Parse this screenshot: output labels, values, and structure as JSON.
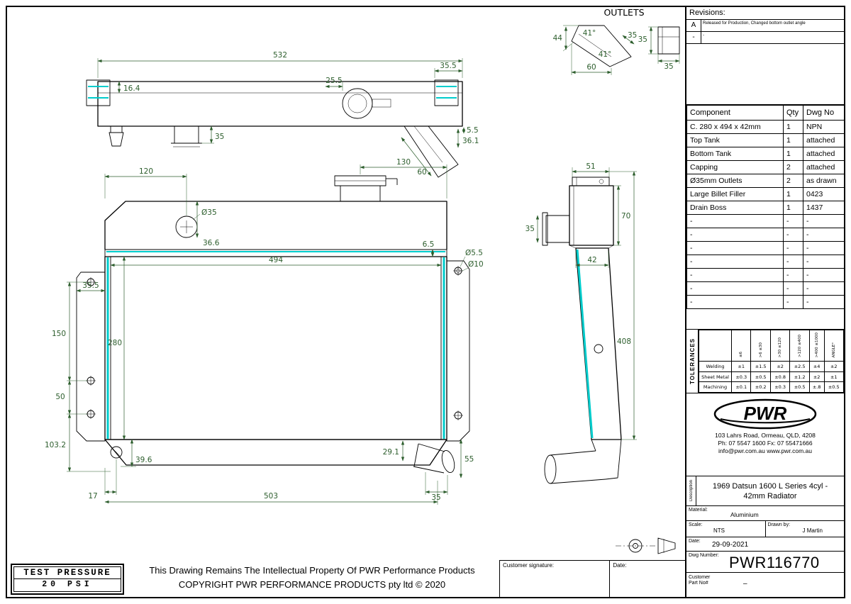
{
  "revisions": {
    "title": "Revisions:",
    "rows": [
      {
        "rev": "A",
        "note": "Released for Production, Changed bottom outlet angle"
      },
      {
        "rev": "-",
        "note": "-"
      }
    ]
  },
  "components": {
    "headers": [
      "Component",
      "Qty",
      "Dwg No"
    ],
    "rows": [
      [
        "C. 280 x 494 x 42mm",
        "1",
        "NPN"
      ],
      [
        "Top Tank",
        "1",
        "attached"
      ],
      [
        "Bottom Tank",
        "1",
        "attached"
      ],
      [
        "Capping",
        "2",
        "attached"
      ],
      [
        "Ø35mm Outlets",
        "2",
        "as drawn"
      ],
      [
        "Large Billet Filler",
        "1",
        "0423"
      ],
      [
        "Drain Boss",
        "1",
        "1437"
      ],
      [
        "-",
        "-",
        "-"
      ],
      [
        "-",
        "-",
        "-"
      ],
      [
        "-",
        "-",
        "-"
      ],
      [
        "-",
        "-",
        "-"
      ],
      [
        "-",
        "-",
        "-"
      ],
      [
        "-",
        "-",
        "-"
      ],
      [
        "-",
        "-",
        "-"
      ]
    ]
  },
  "tolerances": {
    "side_label": "TOLERANCES",
    "col_headers": [
      "≤6",
      ">6 ≤30",
      ">30 ≤120",
      ">120 ≤400",
      ">400 ≤1000",
      "ANGLE°"
    ],
    "rows": [
      {
        "label": "Welding",
        "values": [
          "±1",
          "±1.5",
          "±2",
          "±2.5",
          "±4",
          "±2"
        ]
      },
      {
        "label": "Sheet Metal",
        "values": [
          "±0.3",
          "±0.5",
          "±0.8",
          "±1.2",
          "±2",
          "±1"
        ]
      },
      {
        "label": "Machining",
        "values": [
          "±0.1",
          "±0.2",
          "±0.3",
          "±0.5",
          "±.8",
          "±0.5"
        ]
      }
    ]
  },
  "company": {
    "logo_text": "PWR",
    "address": "103 Lahrs Road, Ormeau, QLD, 4208",
    "phone_fax": "Ph: 07 5547 1600    Fx: 07 55471666",
    "email_web": "info@pwr.com.au     www.pwr.com.au"
  },
  "description": {
    "side_label": "Description",
    "text": "1969 Datsun 1600 L Series 4cyl - 42mm Radiator"
  },
  "fields": {
    "material_label": "Material:",
    "material": "Aluminium",
    "scale_label": "Scale:",
    "scale": "NTS",
    "drawn_by_label": "Drawn by:",
    "drawn_by": "J Martin",
    "date_label": "Date:",
    "date": "29-09-2021",
    "dwg_label": "Dwg Number:",
    "dwg_number": "PWR116770",
    "customer_label_1": "Customer",
    "customer_label_2": "Part No#",
    "customer_part": "–"
  },
  "signature_box": {
    "customer_label": "Customer signature:",
    "date_label": "Date:"
  },
  "footer": {
    "line1": "This Drawing Remains The Intellectual Property Of PWR Performance Products",
    "line2": "COPYRIGHT PWR PERFORMANCE PRODUCTS pty ltd © 2020"
  },
  "test_pressure": {
    "line1": "TEST PRESSURE",
    "line2": "20 PSI"
  },
  "drawing": {
    "outlets_title": "OUTLETS",
    "top": {
      "w532": "532",
      "b355": "35.5",
      "h164": "16.4",
      "f255": "25.5",
      "d35": "35",
      "o55": "5.5",
      "o361": "36.1",
      "o60": "60"
    },
    "outlets": {
      "d44": "44",
      "a41a": "41°",
      "a41b": "41°",
      "d35a": "35",
      "d60": "60",
      "d35b": "35",
      "d35c": "35"
    },
    "front": {
      "d120": "120",
      "d130": "130",
      "dia35": "Ø35",
      "d366": "36.6",
      "d65": "6.5",
      "dia55": "Ø5.5",
      "dia10": "Ø10",
      "d494": "494",
      "b355": "35.5",
      "d150": "150",
      "d280": "280",
      "d50": "50",
      "d1032": "103.2",
      "d396": "39.6",
      "d17": "17",
      "d503": "503",
      "d291": "29.1",
      "d35": "35",
      "d55": "55"
    },
    "side": {
      "d51": "51",
      "d35": "35",
      "d70": "70",
      "d42": "42",
      "d408": "408"
    }
  },
  "colors": {
    "cyan": "#00cccc",
    "dim": "#2d5e2d",
    "line": "#000000"
  }
}
